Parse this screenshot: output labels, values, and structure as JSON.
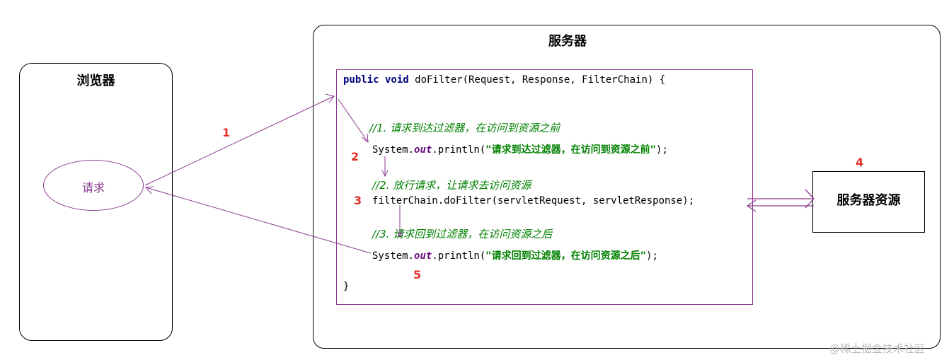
{
  "browser": {
    "title": "浏览器",
    "request_label": "请求"
  },
  "server": {
    "title": "服务器",
    "code": {
      "line1": {
        "kw": "public void",
        "rest": " doFilter(Request, Response, FilterChain) {"
      },
      "comment1": "//1. 请求到达过滤器，在访问到资源之前",
      "line2": {
        "pre": "System.",
        "out": "out",
        "mid": ".println(",
        "str": "\"请求到达过滤器，在访问到资源之前\"",
        "post": ");"
      },
      "comment2": "//2. 放行请求，让请求去访问资源",
      "line3": "filterChain.doFilter(servletRequest, servletResponse);",
      "comment3": "//3. 请求回到过滤器，在访问资源之后",
      "line4": {
        "pre": "System.",
        "out": "out",
        "mid": ".println(",
        "str": "\"请求回到过滤器，在访问资源之后\"",
        "post": ");"
      },
      "close": "}"
    }
  },
  "resource": {
    "label": "服务器资源"
  },
  "steps": [
    "1",
    "2",
    "3",
    "4",
    "5"
  ],
  "watermark": "@稀土掘金技术社区",
  "colors": {
    "arrow": "#8b3a8f",
    "step": "#e0302a",
    "string": "#008000",
    "keyword": "#000080"
  }
}
